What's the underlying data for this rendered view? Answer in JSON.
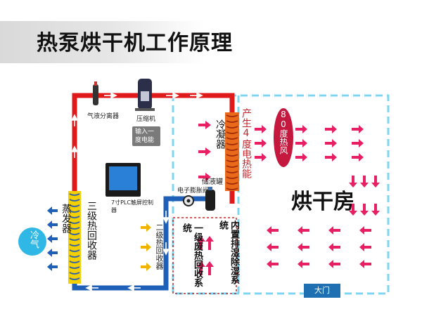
{
  "title": "热泵烘干机工作原理",
  "labels": {
    "gas_liquid_separator": "气液分离器",
    "compressor": "压缩机",
    "input_power": "输入一度电能",
    "condenser": "冷凝器",
    "produce_heat": "产生4度电热能",
    "hot_air": "80度热风",
    "liquid_tank": "储液罐",
    "expansion_valve": "电子膨胀阀",
    "controller": "7寸PLC触屏控制器",
    "evaporator": "蒸发器",
    "cold_air": "冷气",
    "third_recovery": "三级热回收器",
    "second_recovery": "二级热回收器",
    "first_recovery": "一级废热回收系统",
    "dehumid": "内置排湿除湿系统",
    "drying_room": "烘干房",
    "gate": "大门"
  },
  "colors": {
    "hot_pipe": "#e01a1a",
    "cold_pipe": "#1e5fb8",
    "room_border": "#7fd6f0",
    "pink_arrow": "#e81f63",
    "gold_arrow": "#f0b400",
    "gate": "#1f6fb3"
  },
  "icons": {
    "controller": "touchscreen-controller-icon",
    "compressor": "compressor-icon",
    "separator": "separator-icon",
    "tank": "liquid-tank-icon",
    "valve": "expansion-valve-icon"
  }
}
